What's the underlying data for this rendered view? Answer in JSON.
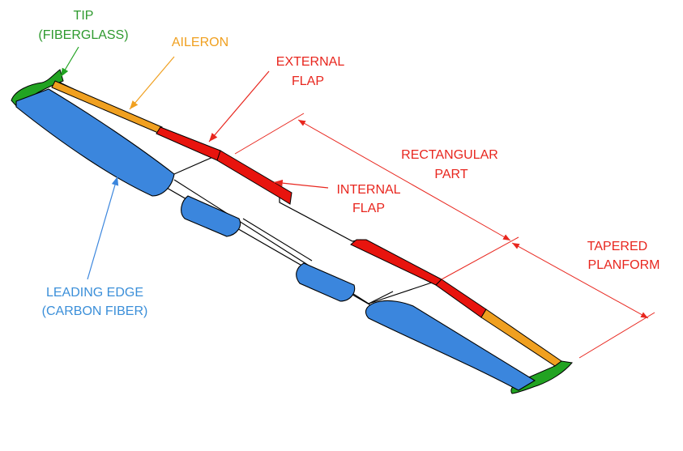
{
  "colors": {
    "tip": "#22a322",
    "aileron": "#f0a020",
    "flap": "#e8140e",
    "leading_edge": "#3b86dd",
    "outline": "#000000",
    "label_green": "#2e9a2e",
    "label_orange": "#f0a020",
    "label_red": "#e8261e",
    "label_blue": "#3b8fd9"
  },
  "labels": {
    "tip": {
      "line1": "TIP",
      "line2": "(FIBERGLASS)"
    },
    "aileron": {
      "line1": "AILERON"
    },
    "external_flap": {
      "line1": "EXTERNAL",
      "line2": "FLAP"
    },
    "internal_flap": {
      "line1": "INTERNAL",
      "line2": "FLAP"
    },
    "rectangular_part": {
      "line1": "RECTANGULAR",
      "line2": "PART"
    },
    "tapered_planform": {
      "line1": "TAPERED",
      "line2": "PLANFORM"
    },
    "leading_edge": {
      "line1": "LEADING EDGE",
      "line2": "(CARBON FIBER)"
    }
  }
}
